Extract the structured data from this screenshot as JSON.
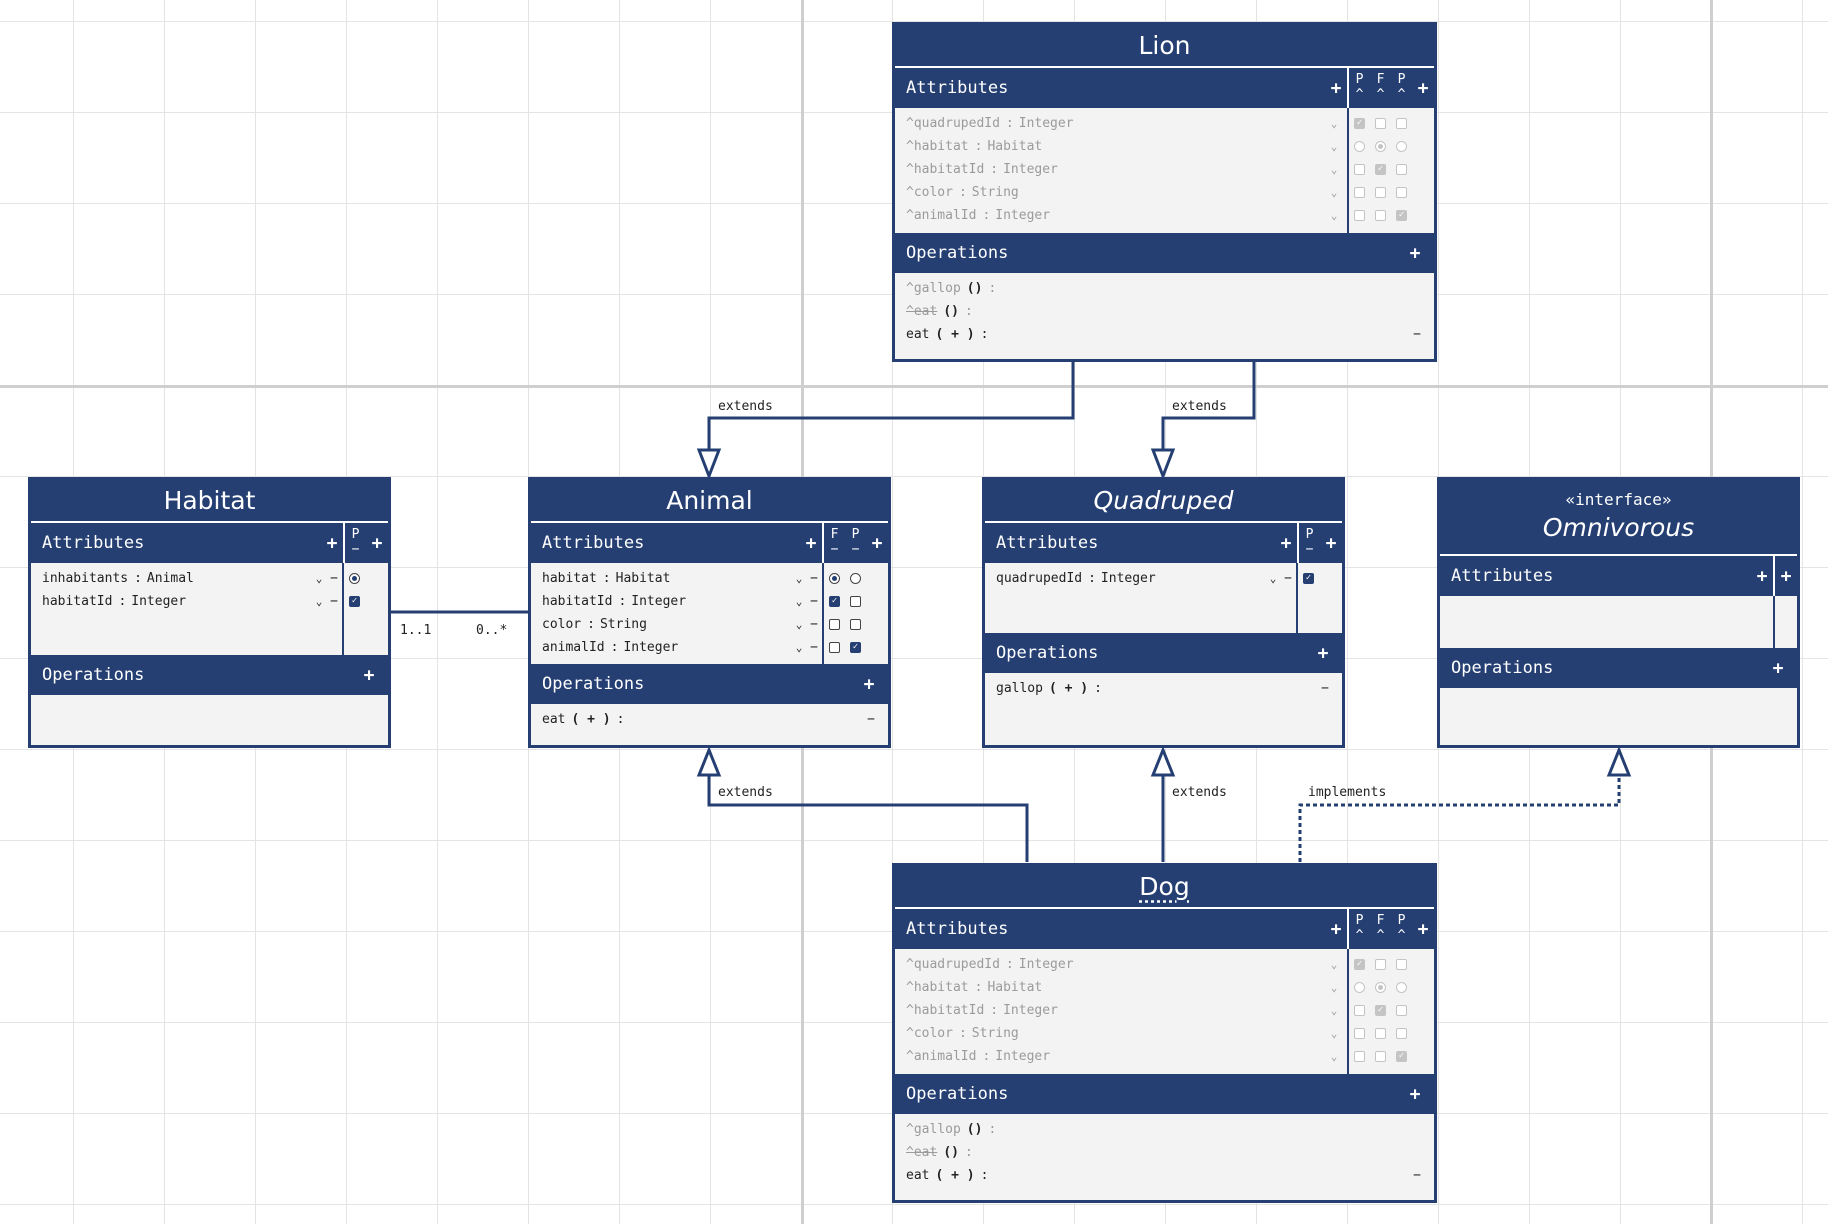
{
  "diagram": {
    "connectors": {
      "lion_animal": "extends",
      "lion_quadruped": "extends",
      "dog_animal": "extends",
      "dog_quadruped": "extends",
      "dog_omnivorous": "implements",
      "habitat_mult": "1..1",
      "animal_mult": "0..*"
    }
  },
  "classes": {
    "lion": {
      "name": "Lion",
      "attributes_label": "Attributes",
      "operations_label": "Operations",
      "flag_headers": [
        "P",
        "F",
        "P"
      ],
      "attributes": [
        {
          "name": "^quadrupedId",
          "type": "Integer"
        },
        {
          "name": "^habitat",
          "type": "Habitat"
        },
        {
          "name": "^habitatId",
          "type": "Integer"
        },
        {
          "name": "^color",
          "type": "String"
        },
        {
          "name": "^animalId",
          "type": "Integer"
        }
      ],
      "operations": [
        {
          "name": "^gallop",
          "params": "()",
          "colon": ":"
        },
        {
          "name": "^eat",
          "params": "()",
          "colon": ":"
        },
        {
          "name": "eat",
          "params": "( + )",
          "colon": ":"
        }
      ]
    },
    "habitat": {
      "name": "Habitat",
      "attributes_label": "Attributes",
      "operations_label": "Operations",
      "flag_headers": [
        "P"
      ],
      "attributes": [
        {
          "name": "inhabitants",
          "type": "Animal"
        },
        {
          "name": "habitatId",
          "type": "Integer"
        }
      ]
    },
    "animal": {
      "name": "Animal",
      "attributes_label": "Attributes",
      "operations_label": "Operations",
      "flag_headers": [
        "F",
        "P"
      ],
      "attributes": [
        {
          "name": "habitat",
          "type": "Habitat"
        },
        {
          "name": "habitatId",
          "type": "Integer"
        },
        {
          "name": "color",
          "type": "String"
        },
        {
          "name": "animalId",
          "type": "Integer"
        }
      ],
      "operations": [
        {
          "name": "eat",
          "params": "( + )",
          "colon": ":"
        }
      ]
    },
    "quadruped": {
      "name": "Quadruped",
      "attributes_label": "Attributes",
      "operations_label": "Operations",
      "flag_headers": [
        "P"
      ],
      "attributes": [
        {
          "name": "quadrupedId",
          "type": "Integer"
        }
      ],
      "operations": [
        {
          "name": "gallop",
          "params": "( + )",
          "colon": ":"
        }
      ]
    },
    "omnivorous": {
      "stereotype": "«interface»",
      "name": "Omnivorous",
      "attributes_label": "Attributes",
      "operations_label": "Operations"
    },
    "dog": {
      "name": "Dog",
      "attributes_label": "Attributes",
      "operations_label": "Operations",
      "flag_headers": [
        "P",
        "F",
        "P"
      ],
      "attributes": [
        {
          "name": "^quadrupedId",
          "type": "Integer"
        },
        {
          "name": "^habitat",
          "type": "Habitat"
        },
        {
          "name": "^habitatId",
          "type": "Integer"
        },
        {
          "name": "^color",
          "type": "String"
        },
        {
          "name": "^animalId",
          "type": "Integer"
        }
      ],
      "operations": [
        {
          "name": "^gallop",
          "params": "()",
          "colon": ":"
        },
        {
          "name": "^eat",
          "params": "()",
          "colon": ":"
        },
        {
          "name": "eat",
          "params": "( + )",
          "colon": ":"
        }
      ]
    }
  },
  "symbols": {
    "plus": "+",
    "minus": "−",
    "chevron": "⌄",
    "separator": ":",
    "sub_arrow": "^",
    "sub_minus": "−"
  }
}
